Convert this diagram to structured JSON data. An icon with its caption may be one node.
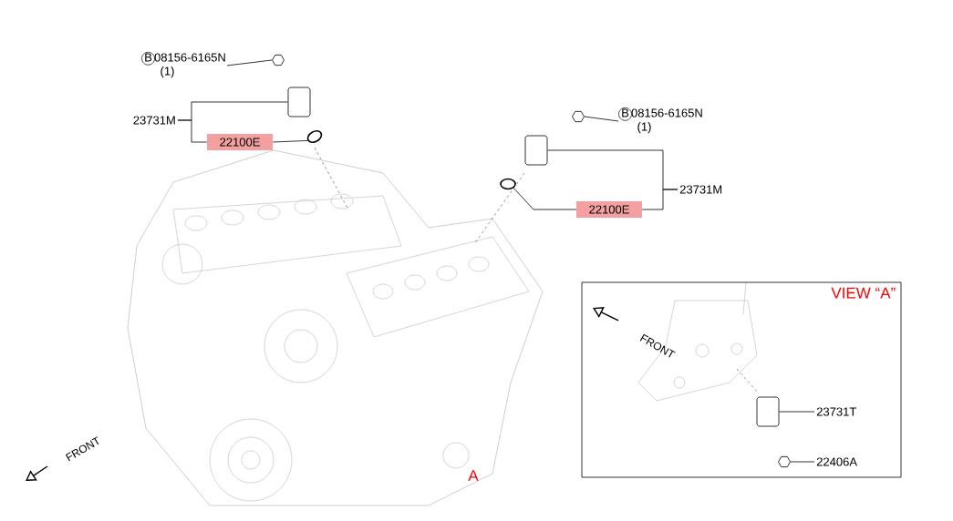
{
  "diagram": {
    "nodes": [
      {
        "text": [
          "B",
          "08156-6165N",
          "(1)"
        ]
      },
      {
        "text": [],
        "shape": "hexagon"
      },
      {
        "text": [
          "23731M"
        ]
      },
      {
        "text": [],
        "shape": "box"
      },
      {
        "text": [
          "22100E"
        ]
      },
      {
        "text": [],
        "shape": "circle"
      },
      {
        "text": [],
        "shape": "hexagon"
      },
      {
        "text": [
          "B",
          "08156-6165N",
          "(1)"
        ]
      },
      {
        "text": [],
        "shape": "box"
      },
      {
        "text": [],
        "shape": "circle"
      },
      {
        "text": [
          "22100E"
        ]
      },
      {
        "text": [
          "23731M"
        ]
      },
      {
        "text": [
          "VIEW “A”"
        ]
      },
      {
        "text": [],
        "shape": "box",
        "in": 12
      },
      {
        "text": [
          "23731T"
        ],
        "in": 12
      },
      {
        "text": [],
        "shape": "hexagon",
        "in": 12
      },
      {
        "text": [
          "22406A"
        ],
        "in": 12
      }
    ],
    "edges": [
      {
        "from": 0,
        "to": 1,
        "arrow": "none"
      },
      {
        "from": 2,
        "to": 3,
        "arrow": "none"
      },
      {
        "from": 2,
        "to": 4,
        "arrow": "none"
      },
      {
        "from": 4,
        "to": 5,
        "arrow": "none"
      },
      {
        "from": 7,
        "to": 6,
        "arrow": "none"
      },
      {
        "from": 11,
        "to": 8,
        "arrow": "none"
      },
      {
        "from": 11,
        "to": 10,
        "arrow": "none"
      },
      {
        "from": 10,
        "to": 9,
        "arrow": "none"
      },
      {
        "from": 14,
        "to": 13,
        "arrow": "none"
      },
      {
        "from": 16,
        "to": 15,
        "arrow": "none"
      }
    ],
    "labels": [
      "FRONT",
      "FRONT",
      "A"
    ]
  }
}
